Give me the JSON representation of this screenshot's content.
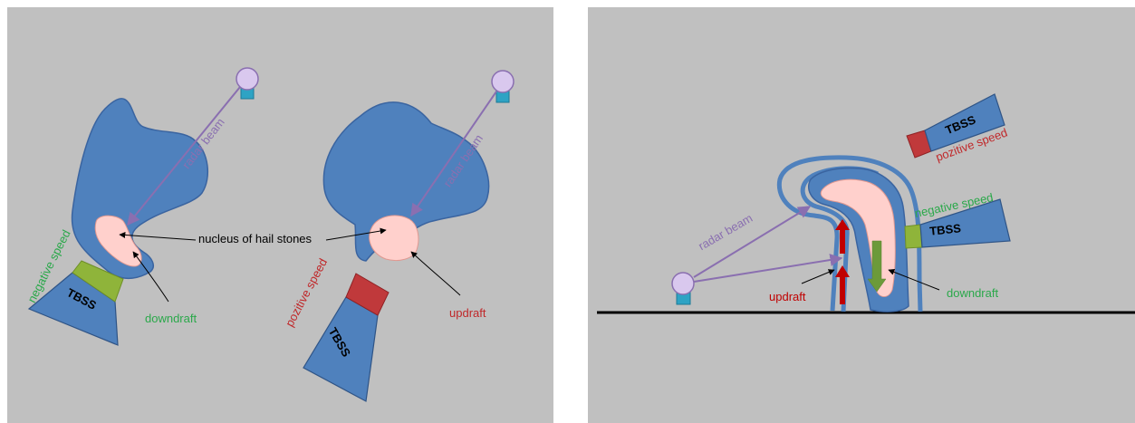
{
  "left_panel": {
    "labels": {
      "radar_beam_1": "radar beam",
      "radar_beam_2": "radar beam",
      "nucleus": "nucleus of hail stones",
      "negative_speed": "negative speed",
      "pozitive_speed": "pozitive speed",
      "downdraft": "downdraft",
      "updraft": "updraft",
      "tbss_1": "TBSS",
      "tbss_2": "TBSS"
    }
  },
  "right_panel": {
    "labels": {
      "radar_beam": "radar beam",
      "updraft": "updraft",
      "downdraft": "downdraft",
      "negative_speed": "negative speed",
      "pozitive_speed": "pozitive speed",
      "tbss_1": "TBSS",
      "tbss_2": "TBSS"
    }
  },
  "colors": {
    "background": "#c0c0c0",
    "cloud": "#4f81bd",
    "cloud_outline": "#3a64a0",
    "hail_core": "#ffd0cc",
    "radar_beam": "#8a6fb0",
    "radar_sphere": "#d9c8ee",
    "radar_base": "#2ea3c4",
    "negative_speed": "#2aa84a",
    "pozitive_speed": "#c0282a",
    "green_face": "#8fb43a",
    "red_face": "#c0393b",
    "ground": "#000000"
  }
}
